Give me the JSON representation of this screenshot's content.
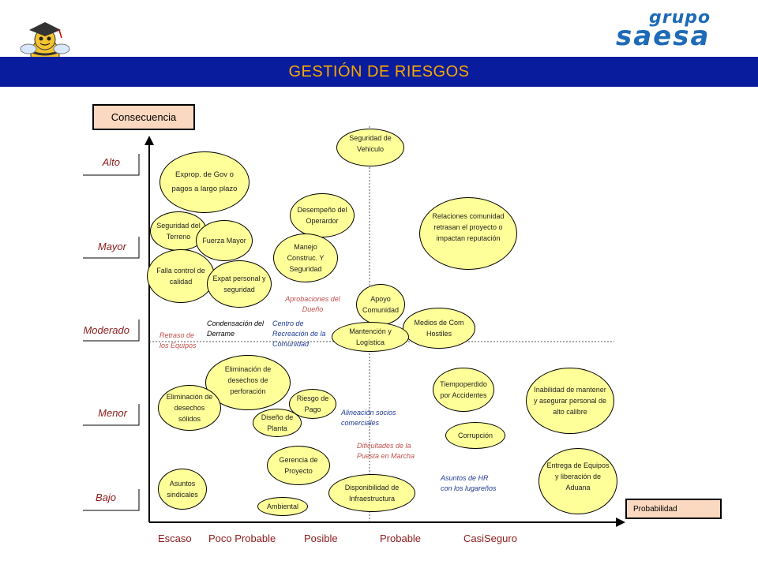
{
  "header": {
    "title": "GESTIÓN DE RIESGOS",
    "logo_top": "grupo",
    "logo_main": "saesa"
  },
  "axes": {
    "y_title": "Consecuencia",
    "x_title": "Probabilidad",
    "y_levels": [
      "Alto",
      "Mayor",
      "Moderado",
      "Menor",
      "Bajo"
    ],
    "x_levels": [
      "Escaso",
      "Poco Probable",
      "Posible",
      "Probable",
      "CasiSeguro"
    ]
  },
  "risks": {
    "vehiculo": "Seguridad de Vehiculo",
    "exprop": "Exprop. de Gov o pagos a largo plazo",
    "desempeno": "Desempeño del Operardor",
    "relaciones": "Relaciones comunidad retrasan el proyecto o impactan reputación",
    "seg_terreno": "Seguridad del Terreno",
    "fuerza": "Fuerza Mayor",
    "manejo": "Manejo Construc. Y Seguridad",
    "falla": "Falla control de calidad",
    "expat": "Expat personal y seguridad",
    "apoyo": "Apoyo Comunidad",
    "medios": "Medios de Com Hostiles",
    "mantencion": "Mantención y Logística",
    "elim_perf": "Eliminación de desechos de perforación",
    "elim_solidos": "Eliminación de desechos sólidos",
    "riesgo_pago": "Riesgo de Pago",
    "diseno": "Diseño de Planta",
    "tiempo": "Tiempoperdido por Accidentes",
    "inhabilidad": "Inabilidad de mantener y asegurar personal de alto calibre",
    "corrupcion": "Corrupción",
    "gerencia": "Gerencia de Proyecto",
    "entrega": "Entrega de Equipos y liberación de Aduana",
    "asuntos": "Asuntos sindicales",
    "disponibilidad": "Disponibilidad de Infraestructura",
    "ambiental": "Ambiental"
  },
  "notes": {
    "aprobaciones": "Aprobaciones del Dueño",
    "condensacion": "Condensación del Derrame",
    "centro": "Centro de Recreación de la Comunidad",
    "retraso": "Retraso de los Equipos",
    "alineacion": "Alineación socios comerciales",
    "dificultades": "Dificultades de la Puesta en Marcha",
    "hr": "Asuntos de HR con los lugareños"
  },
  "colors": {
    "banner": "#0a1c9e",
    "title": "#f5a700",
    "bubble": "#ffff99",
    "label_box": "#fbd8c0",
    "axis_labels": "#8b1a1a"
  }
}
